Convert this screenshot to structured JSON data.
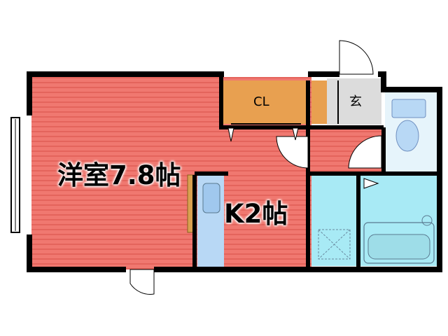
{
  "rooms": {
    "western": "洋室7.8帖",
    "kitchen": "K2帖",
    "closet": "CL",
    "entrance": "玄"
  },
  "colors": {
    "western_floor": "#f07870",
    "western_stripe": "#e85a52",
    "closet": "#e8a050",
    "entrance": "#dcdcdc",
    "wet_room": "#a8eaf5",
    "fixture": "#b8d8f5",
    "fixture_stroke": "#7090c0",
    "wall": "#000000"
  }
}
